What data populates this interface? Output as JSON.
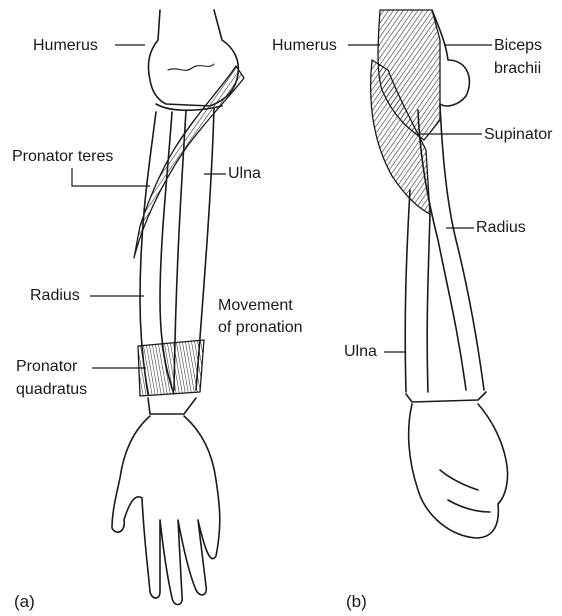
{
  "panels": [
    {
      "letter": "(a)",
      "labels": {
        "humerus": "Humerus",
        "pronator_teres": "Pronator teres",
        "ulna": "Ulna",
        "radius": "Radius",
        "movement_line1": "Movement",
        "movement_line2": "of pronation",
        "pronator_quadratus_line1": "Pronator",
        "pronator_quadratus_line2": "quadratus"
      }
    },
    {
      "letter": "(b)",
      "labels": {
        "humerus": "Humerus",
        "biceps_line1": "Biceps",
        "biceps_line2": "brachii",
        "supinator": "Supinator",
        "radius": "Radius",
        "ulna": "Ulna"
      }
    }
  ],
  "colors": {
    "ink": "#1a1a1a",
    "muscle_shade": "#6e6e6e",
    "background": "#ffffff"
  }
}
